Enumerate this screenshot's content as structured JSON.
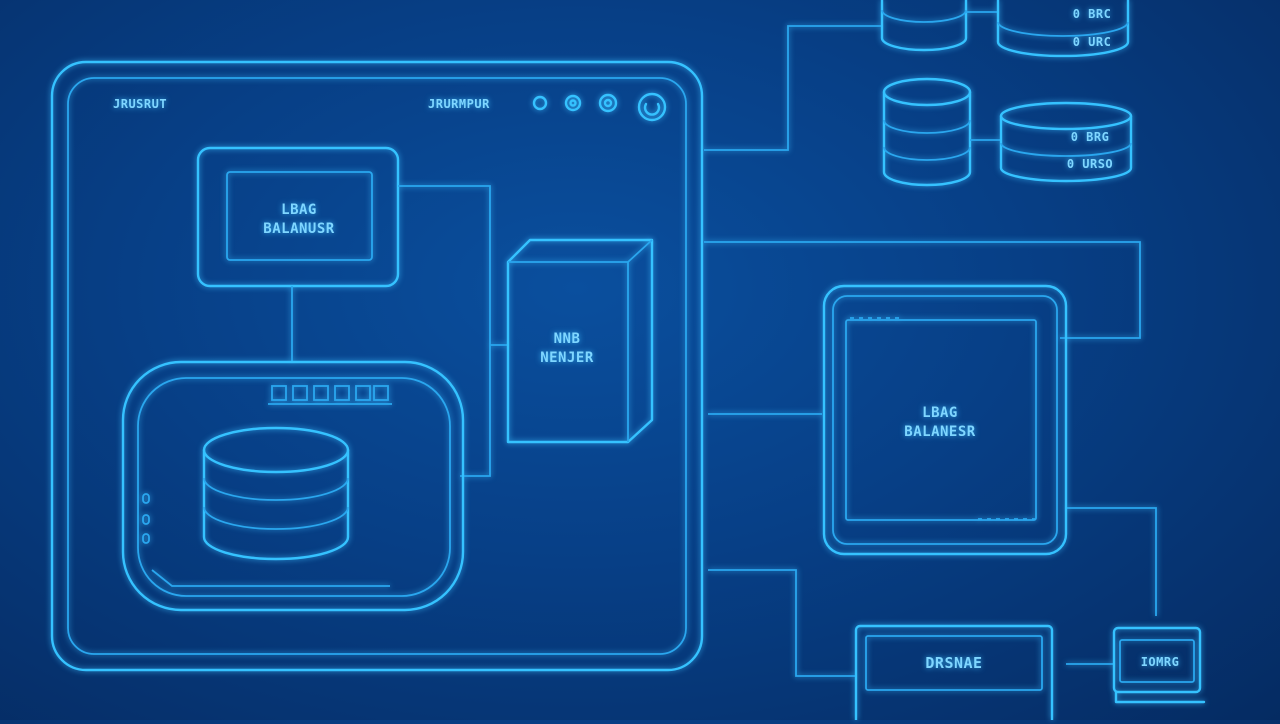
{
  "colors": {
    "background": "#0a4a94",
    "line": "#35c2ff",
    "text": "#7fd6ff"
  },
  "panel": {
    "title": "ЈRUSRUT",
    "toolbar_text": "JRURMPUR"
  },
  "load_balancer_left": {
    "line1": "LBAG",
    "line2": "BALANUSR"
  },
  "node_block": {
    "line1": "NNB",
    "line2": "NENJER"
  },
  "load_balancer_right": {
    "line1": "LBAG",
    "line2": "BALANESR"
  },
  "storage_labels": [
    "0 BRC",
    "0 URC",
    "0 BRG",
    "0 URSO"
  ],
  "database_box": {
    "label": "DRSNAE"
  },
  "small_device": {
    "label": "IOMRG"
  }
}
